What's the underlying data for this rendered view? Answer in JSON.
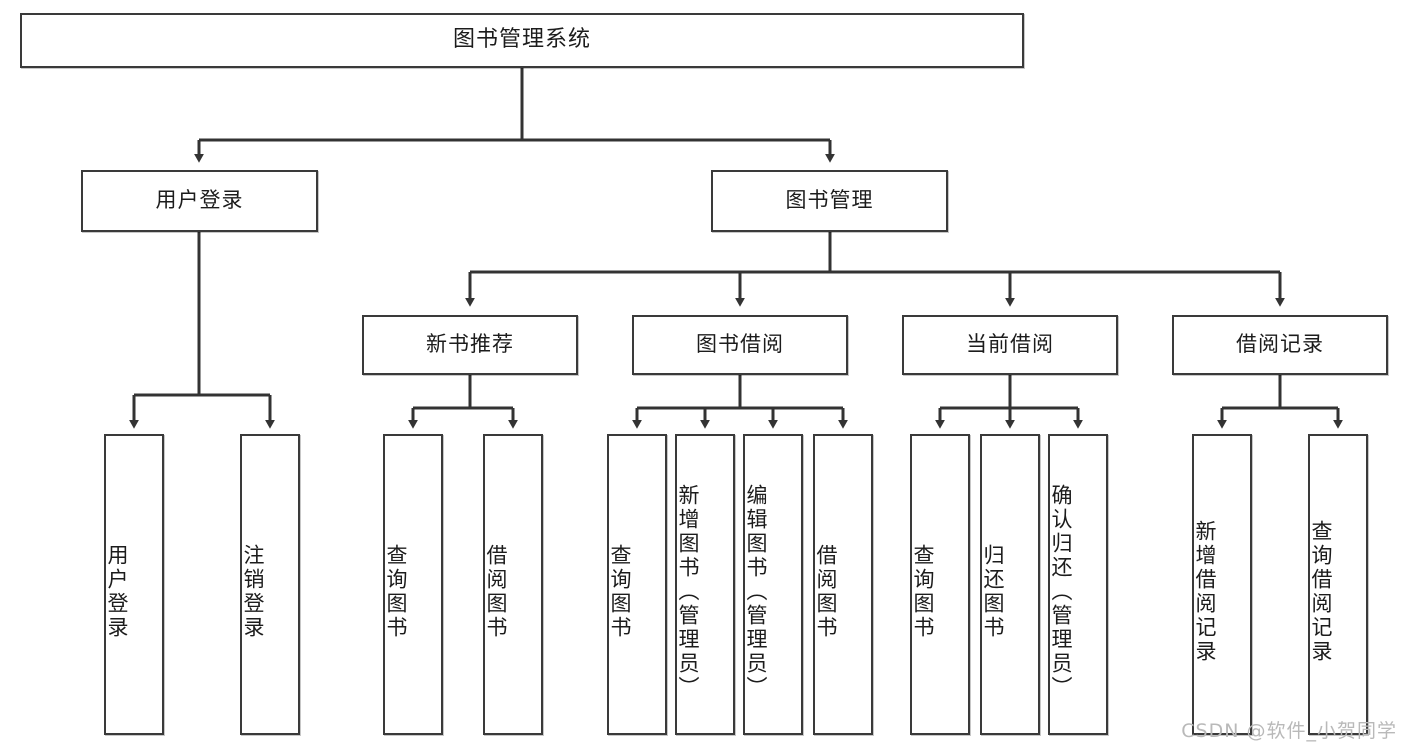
{
  "diagram": {
    "title": "图书管理系统",
    "type": "tree-hierarchy-diagram",
    "orientation": "top-down",
    "colors": {
      "box_border": "#3a3a3a",
      "box_fill": "#ffffff",
      "edge": "#333333",
      "text": "#1c1c1c",
      "watermark": "#b9b9b9",
      "background": "#ffffff"
    },
    "root": {
      "label": "图书管理系统"
    },
    "level2": [
      {
        "label": "用户登录"
      },
      {
        "label": "图书管理"
      }
    ],
    "level3": [
      {
        "label": "新书推荐"
      },
      {
        "label": "图书借阅"
      },
      {
        "label": "当前借阅"
      },
      {
        "label": "借阅记录"
      }
    ],
    "leaves": {
      "user_login": [
        {
          "label": "用户登录"
        },
        {
          "label": "注销登录"
        }
      ],
      "new_book_recommend": [
        {
          "label": "查询图书"
        },
        {
          "label": "借阅图书"
        }
      ],
      "book_borrow": [
        {
          "label": "查询图书"
        },
        {
          "label": "新增图书（管理员）"
        },
        {
          "label": "编辑图书（管理员）"
        },
        {
          "label": "借阅图书"
        }
      ],
      "current_borrow": [
        {
          "label": "查询图书"
        },
        {
          "label": "归还图书"
        },
        {
          "label": "确认归还（管理员）"
        }
      ],
      "borrow_record": [
        {
          "label": "新增借阅记录"
        },
        {
          "label": "查询借阅记录"
        }
      ]
    }
  },
  "watermark": {
    "text": "CSDN @软件_小贺同学"
  }
}
